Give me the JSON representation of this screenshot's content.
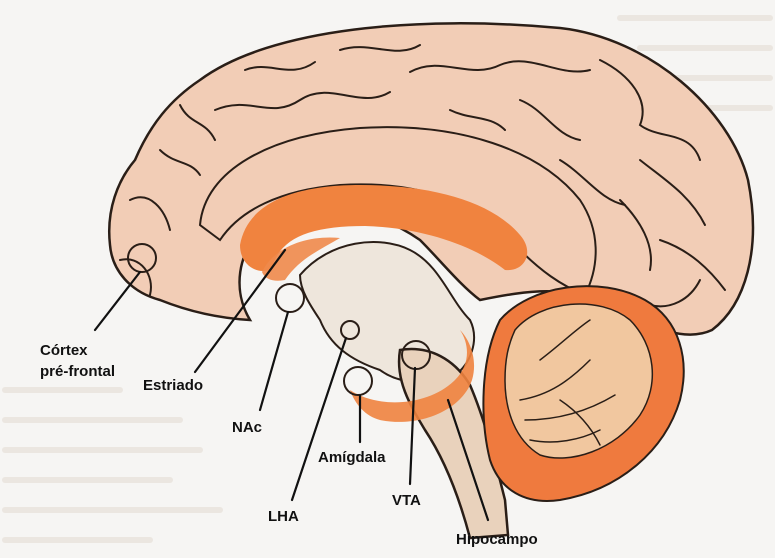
{
  "labels": {
    "cortex_prefrontal_line1": "Córtex",
    "cortex_prefrontal_line2": "pré-frontal",
    "striatum": "Estriado",
    "nac": "NAc",
    "amygdala": "Amígdala",
    "lha": "LHA",
    "vta": "VTA",
    "hippocampus": "Hipocampo"
  },
  "colors": {
    "background": "#f6f5f3",
    "cortex": "#f2cdb6",
    "brainstem": "#e9d2bc",
    "cerebellum": "#ef7a3e",
    "arbor": "#f1c79f",
    "highlight": "#f0833f",
    "inner": "#eee6dc",
    "outline": "#2a1e17"
  }
}
